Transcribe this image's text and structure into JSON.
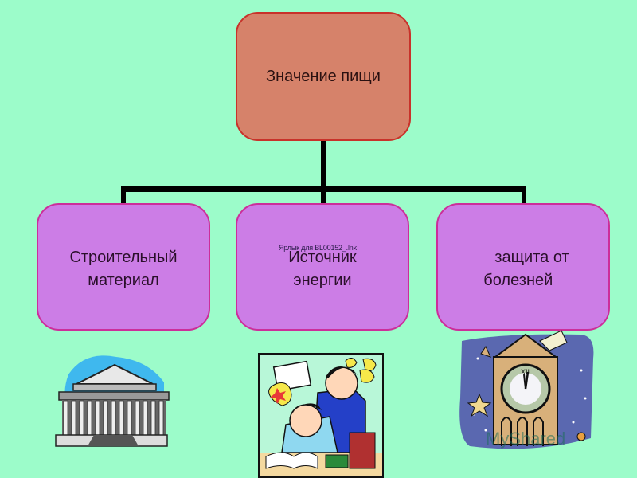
{
  "diagram": {
    "root": {
      "label": "Значение пищи",
      "fill": "#d6826a",
      "border": "#c8322a"
    },
    "children": [
      {
        "label": "Строительный материал",
        "line1": "Строительный",
        "line2": "материал"
      },
      {
        "label": "Источник энергии",
        "line1": "Источник",
        "line2": "энергии"
      },
      {
        "label": "защита от болезней",
        "line1": "защита от",
        "line2": "болезней"
      }
    ],
    "child_fill": "#cc7de6",
    "child_border": "#cc2e9a",
    "background": "#9cfcca"
  },
  "overlay": {
    "shortcut_label": "Ярлык для BL00152_.lnk",
    "watermark": "MyShared"
  },
  "illustrations": [
    {
      "name": "building-clipart"
    },
    {
      "name": "students-studying-clipart"
    },
    {
      "name": "clock-tower-clipart"
    }
  ]
}
